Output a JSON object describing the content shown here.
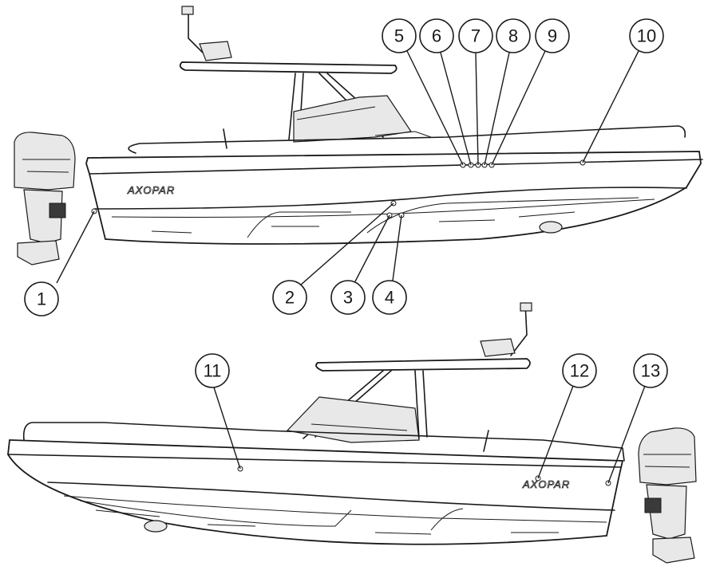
{
  "brand_logo": "AXOPAR",
  "top_view": {
    "callouts": [
      {
        "label": "1"
      },
      {
        "label": "2"
      },
      {
        "label": "3"
      },
      {
        "label": "4"
      },
      {
        "label": "5"
      },
      {
        "label": "6"
      },
      {
        "label": "7"
      },
      {
        "label": "8"
      },
      {
        "label": "9"
      },
      {
        "label": "10"
      }
    ]
  },
  "bottom_view": {
    "callouts": [
      {
        "label": "11"
      },
      {
        "label": "12"
      },
      {
        "label": "13"
      }
    ]
  },
  "colors": {
    "line": "#1a1a1a",
    "background": "#ffffff"
  }
}
